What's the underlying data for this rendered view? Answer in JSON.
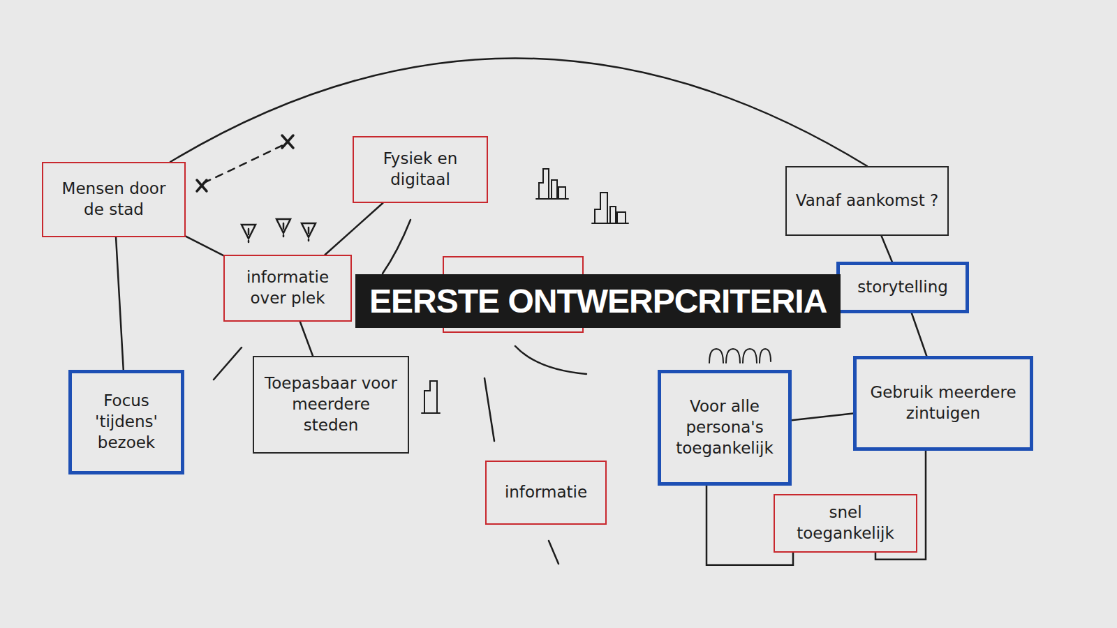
{
  "diagram": {
    "title": "EERSTE ONTWERPCRITERIA",
    "nodes": [
      {
        "text": [
          "Mensen door de stad"
        ]
      },
      {
        "text": [
          "Fysiek en digitaal"
        ]
      },
      {
        "text": [
          "Vanaf aankomst ?"
        ]
      },
      {
        "text": [
          "informatie over plek"
        ]
      },
      {
        "text": [
          "storytelling"
        ]
      },
      {
        "text": [
          "Focus 'tijdens' bezoek"
        ]
      },
      {
        "text": [
          "Toepasbaar voor meerdere steden"
        ]
      },
      {
        "text": [
          "Voor alle persona's toegankelijk"
        ]
      },
      {
        "text": [
          "Gebruik meerdere zintuigen"
        ]
      },
      {
        "text": [
          "informatie"
        ]
      },
      {
        "text": [
          "snel toegankelijk"
        ]
      }
    ],
    "edges": [
      {
        "from": 0,
        "to": 3,
        "arrow": "none"
      },
      {
        "from": 0,
        "to": 5,
        "arrow": "none"
      },
      {
        "from": 0,
        "to": 2,
        "arrow": "none"
      },
      {
        "from": 1,
        "to": 3,
        "arrow": "none"
      },
      {
        "from": 3,
        "to": 6,
        "arrow": "none"
      },
      {
        "from": 2,
        "to": 4,
        "arrow": "none"
      },
      {
        "from": 4,
        "to": 8,
        "arrow": "none"
      },
      {
        "from": 7,
        "to": 8,
        "arrow": "none"
      },
      {
        "from": 7,
        "to": 10,
        "arrow": "none"
      },
      {
        "from": 8,
        "to": 10,
        "arrow": "none"
      }
    ]
  }
}
